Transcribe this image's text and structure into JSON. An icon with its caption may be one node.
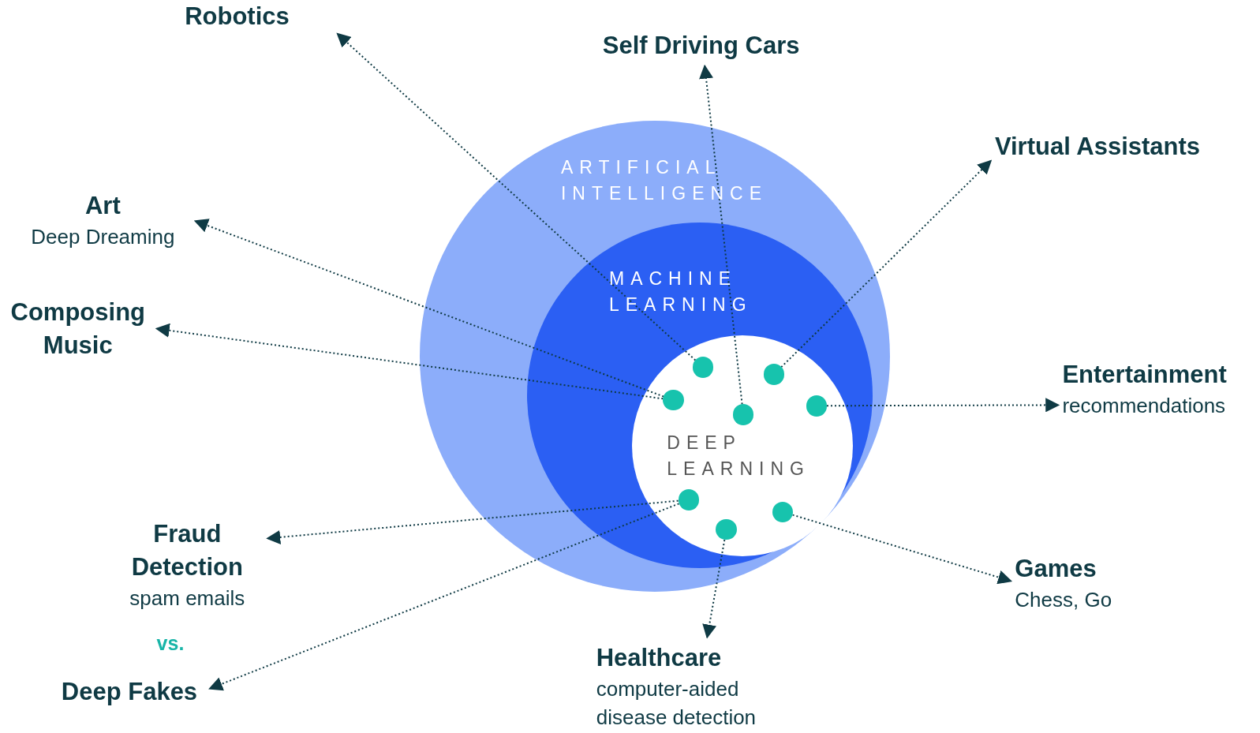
{
  "diagram": {
    "nodes": [
      {
        "text": [
          "ARTIFICIAL INTELLIGENCE"
        ]
      },
      {
        "text": [
          "MACHINE LEARNING"
        ],
        "in": 0
      },
      {
        "text": [
          "DEEP LEARNING"
        ],
        "in": 1
      },
      {
        "text": [],
        "shape": "circle",
        "in": 2
      },
      {
        "text": [],
        "shape": "circle",
        "in": 2
      },
      {
        "text": [],
        "shape": "circle",
        "in": 2
      },
      {
        "text": [],
        "shape": "circle",
        "in": 2
      },
      {
        "text": [],
        "shape": "circle",
        "in": 2
      },
      {
        "text": [],
        "shape": "circle",
        "in": 2
      },
      {
        "text": [],
        "shape": "circle",
        "in": 2
      },
      {
        "text": [],
        "shape": "circle",
        "in": 2
      },
      {
        "text": [
          "Robotics"
        ]
      },
      {
        "text": [
          "Self Driving Cars"
        ]
      },
      {
        "text": [
          "Virtual Assistants"
        ]
      },
      {
        "text": [
          "Art",
          "Deep Dreaming"
        ]
      },
      {
        "text": [
          "Composing Music"
        ]
      },
      {
        "text": [
          "Entertainment",
          "recommendations"
        ]
      },
      {
        "text": [
          "Fraud Detection",
          "spam emails"
        ]
      },
      {
        "text": [
          "Games",
          "Chess, Go"
        ]
      },
      {
        "text": [
          "Deep Fakes"
        ]
      },
      {
        "text": [
          "Healthcare",
          "computer-aided disease detection"
        ]
      }
    ],
    "edges": [
      {
        "from": 3,
        "to": 11,
        "arrow": "to"
      },
      {
        "from": 7,
        "to": 12,
        "arrow": "to"
      },
      {
        "from": 4,
        "to": 13,
        "arrow": "to"
      },
      {
        "from": 5,
        "to": 14,
        "arrow": "to"
      },
      {
        "from": 5,
        "to": 15,
        "arrow": "to"
      },
      {
        "from": 6,
        "to": 16,
        "arrow": "to"
      },
      {
        "from": 8,
        "to": 17,
        "arrow": "to"
      },
      {
        "from": 8,
        "to": 19,
        "arrow": "to"
      },
      {
        "from": 10,
        "to": 20,
        "arrow": "to"
      },
      {
        "from": 9,
        "to": 18,
        "arrow": "to"
      }
    ],
    "labels": [
      "vs."
    ]
  }
}
